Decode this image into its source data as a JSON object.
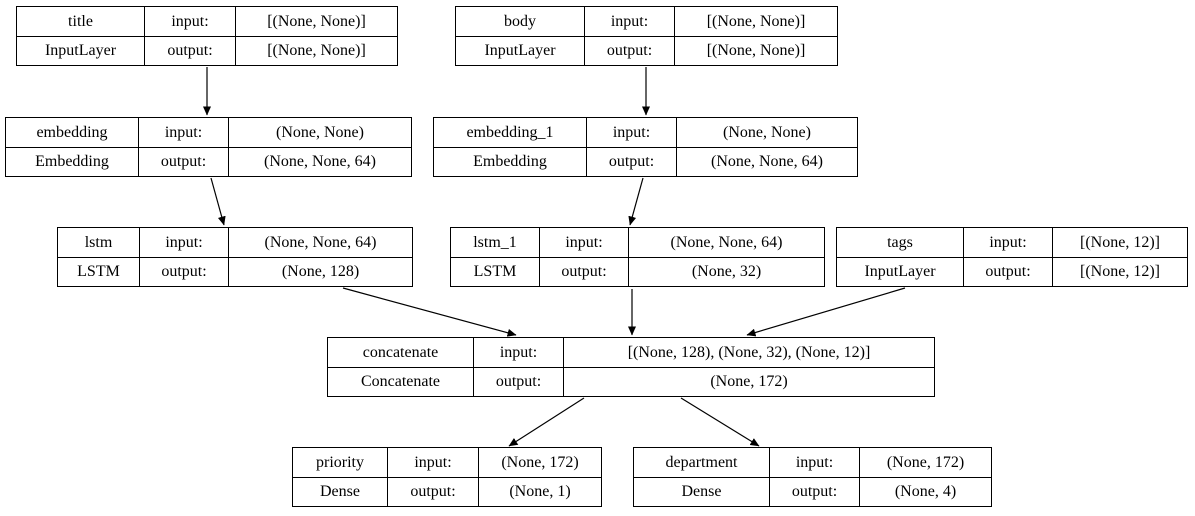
{
  "diagram": {
    "kind": "keras-model-plot",
    "background_color": "#ffffff",
    "stroke_color": "#000000",
    "text_color": "#000000"
  },
  "labels": {
    "input": "input:",
    "output": "output:"
  },
  "nodes": [
    {
      "id": "title",
      "name": "title",
      "layer_class": "InputLayer",
      "input_label": "input:",
      "output_label": "output:",
      "input_shape": "[(None, None)]",
      "output_shape": "[(None, None)]"
    },
    {
      "id": "body",
      "name": "body",
      "layer_class": "InputLayer",
      "input_label": "input:",
      "output_label": "output:",
      "input_shape": "[(None, None)]",
      "output_shape": "[(None, None)]"
    },
    {
      "id": "embedding",
      "name": "embedding",
      "layer_class": "Embedding",
      "input_label": "input:",
      "output_label": "output:",
      "input_shape": "(None, None)",
      "output_shape": "(None, None, 64)"
    },
    {
      "id": "embedding_1",
      "name": "embedding_1",
      "layer_class": "Embedding",
      "input_label": "input:",
      "output_label": "output:",
      "input_shape": "(None, None)",
      "output_shape": "(None, None, 64)"
    },
    {
      "id": "lstm",
      "name": "lstm",
      "layer_class": "LSTM",
      "input_label": "input:",
      "output_label": "output:",
      "input_shape": "(None, None, 64)",
      "output_shape": "(None, 128)"
    },
    {
      "id": "lstm_1",
      "name": "lstm_1",
      "layer_class": "LSTM",
      "input_label": "input:",
      "output_label": "output:",
      "input_shape": "(None, None, 64)",
      "output_shape": "(None, 32)"
    },
    {
      "id": "tags",
      "name": "tags",
      "layer_class": "InputLayer",
      "input_label": "input:",
      "output_label": "output:",
      "input_shape": "[(None, 12)]",
      "output_shape": "[(None, 12)]"
    },
    {
      "id": "concatenate",
      "name": "concatenate",
      "layer_class": "Concatenate",
      "input_label": "input:",
      "output_label": "output:",
      "input_shape": "[(None, 128), (None, 32), (None, 12)]",
      "output_shape": "(None, 172)"
    },
    {
      "id": "priority",
      "name": "priority",
      "layer_class": "Dense",
      "input_label": "input:",
      "output_label": "output:",
      "input_shape": "(None, 172)",
      "output_shape": "(None, 1)"
    },
    {
      "id": "department",
      "name": "department",
      "layer_class": "Dense",
      "input_label": "input:",
      "output_label": "output:",
      "input_shape": "(None, 172)",
      "output_shape": "(None, 4)"
    }
  ],
  "edges": [
    {
      "from": "title",
      "to": "embedding"
    },
    {
      "from": "body",
      "to": "embedding_1"
    },
    {
      "from": "embedding",
      "to": "lstm"
    },
    {
      "from": "embedding_1",
      "to": "lstm_1"
    },
    {
      "from": "lstm",
      "to": "concatenate"
    },
    {
      "from": "lstm_1",
      "to": "concatenate"
    },
    {
      "from": "tags",
      "to": "concatenate"
    },
    {
      "from": "concatenate",
      "to": "priority"
    },
    {
      "from": "concatenate",
      "to": "department"
    }
  ]
}
